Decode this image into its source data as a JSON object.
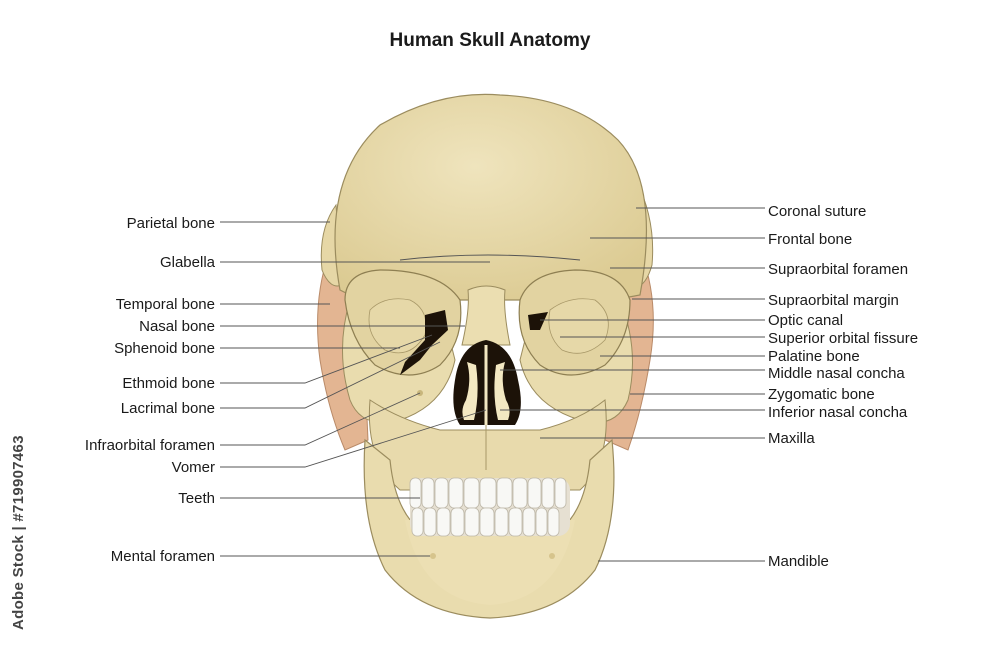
{
  "title": "Human Skull Anatomy",
  "colors": {
    "bone": "#ecdfb3",
    "bone_shadow": "#d6c48c",
    "outline": "#9b8c5e",
    "temporal": "#e3b592",
    "cavity": "#1c1208",
    "tooth": "#f8f8f5",
    "leader": "#555555"
  },
  "labels_left": [
    "Parietal bone",
    "Glabella",
    "Temporal bone",
    "Nasal bone",
    "Sphenoid bone",
    "Ethmoid bone",
    "Lacrimal bone",
    "Infraorbital foramen",
    "Vomer",
    "Teeth",
    "Mental foramen"
  ],
  "labels_right": [
    "Coronal suture",
    "Frontal bone",
    "Supraorbital foramen",
    "Supraorbital margin",
    "Optic canal",
    "Superior orbital fissure",
    "Palatine bone",
    "Middle nasal concha",
    "Zygomatic bone",
    "Inferior nasal concha",
    "Maxilla",
    "Mandible"
  ],
  "stock_id": "Adobe Stock | #719907463"
}
